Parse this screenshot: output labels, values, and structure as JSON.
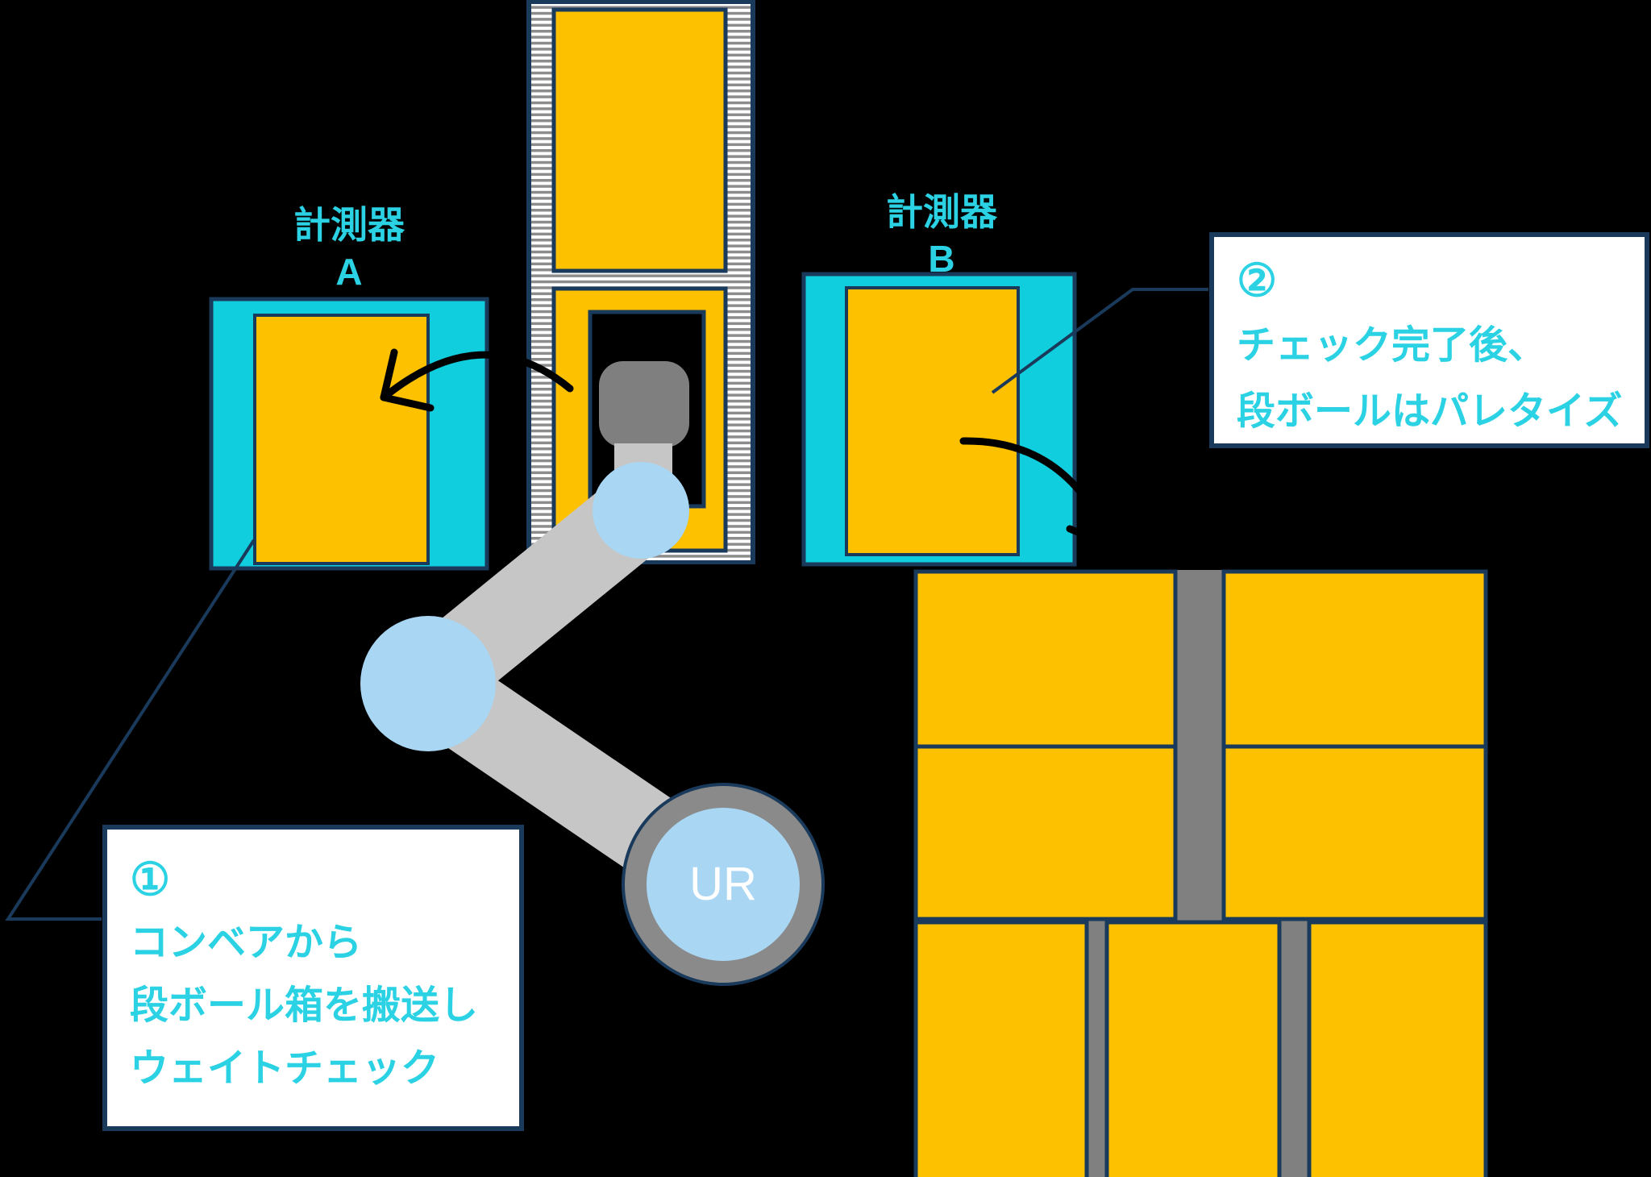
{
  "devices": {
    "a": {
      "label": "計測器\nA"
    },
    "b": {
      "label": "計測器\nB"
    }
  },
  "robot": {
    "base_label": "UR"
  },
  "annotations": {
    "one": {
      "number": "①",
      "lines": [
        "コンベアから",
        "段ボール箱を搬送し",
        "ウェイトチェック"
      ]
    },
    "two": {
      "number": "②",
      "lines": [
        "チェック完了後、",
        "段ボールはパレタイズ"
      ]
    }
  },
  "colors": {
    "background": "#000000",
    "navy_border": "#1a3a5c",
    "box_orange": "#fec100",
    "device_cyan": "#10cede",
    "text_cyan": "#2bd2e4",
    "joint_light_blue": "#a9d6f3",
    "arm_gray": "#c6c6c6",
    "gripper_gray": "#7f7f7f",
    "ring_gray": "#8a8a8a",
    "pallet_gap_gray": "#808080",
    "belt_stripe_gray": "#8c8c8c",
    "arrow_black": "#000000",
    "annotation_bg": "#ffffff",
    "ur_text": "#ffffff"
  }
}
